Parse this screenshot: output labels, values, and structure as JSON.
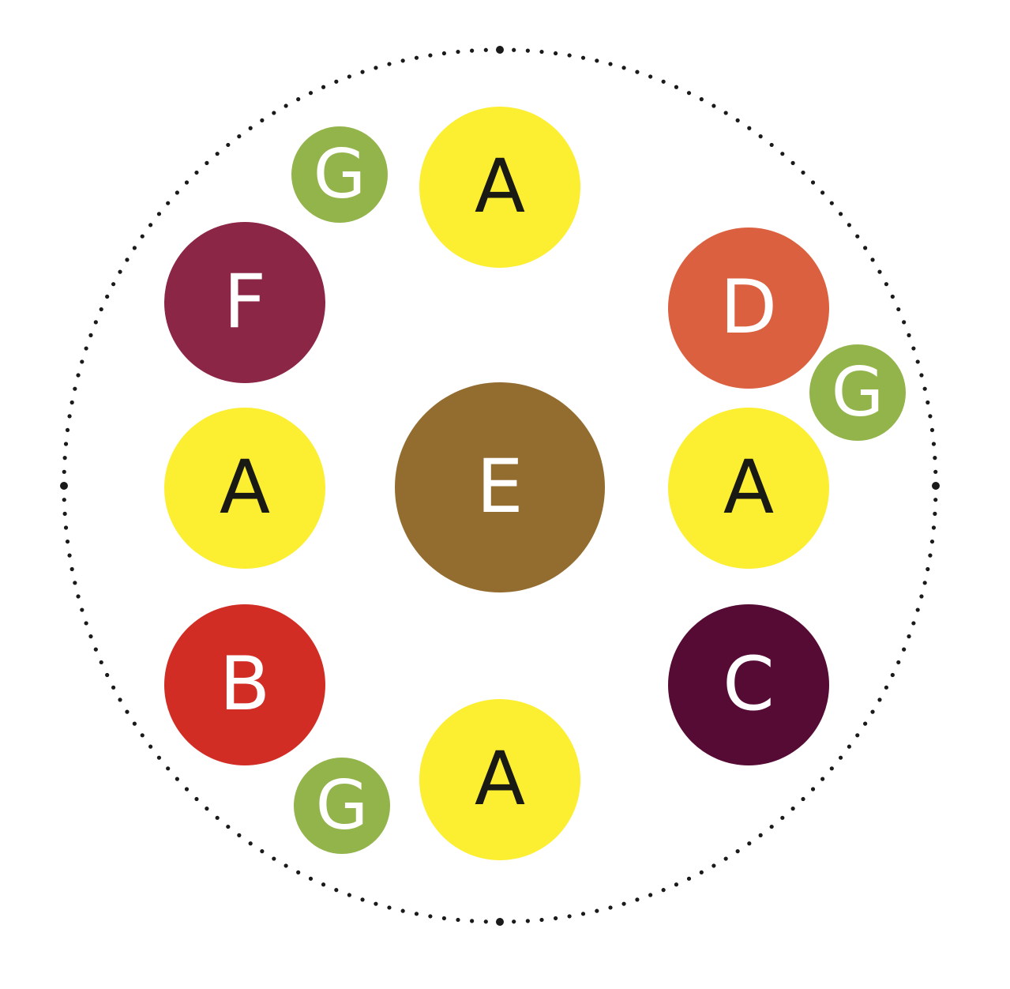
{
  "ring": {
    "dot_color": "#1a1a1a"
  },
  "nodes": {
    "a_top": {
      "label": "A",
      "color": "#FCEE31"
    },
    "g_top_left": {
      "label": "G",
      "color": "#93B44B"
    },
    "f": {
      "label": "F",
      "color": "#8C2646"
    },
    "d": {
      "label": "D",
      "color": "#DB603F"
    },
    "g_right": {
      "label": "G",
      "color": "#93B44B"
    },
    "a_left": {
      "label": "A",
      "color": "#FCEE31"
    },
    "e": {
      "label": "E",
      "color": "#936C30"
    },
    "a_right": {
      "label": "A",
      "color": "#FCEE31"
    },
    "b": {
      "label": "B",
      "color": "#D22D25"
    },
    "c": {
      "label": "C",
      "color": "#560B35"
    },
    "a_bottom": {
      "label": "A",
      "color": "#FCEE31"
    },
    "g_bottom_left": {
      "label": "G",
      "color": "#93B44B"
    }
  }
}
